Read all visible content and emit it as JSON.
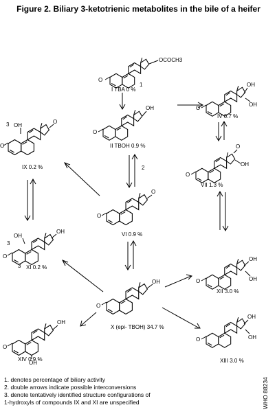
{
  "title": "Figure 2. Biliary 3-ketotrienic metabolites in the bile of a heifer",
  "compounds": [
    {
      "label": "I TBA 0 %",
      "substituent": "OCOCH3",
      "note_marker": "1"
    },
    {
      "label": "II TBOH 0.9 %",
      "substituent": "OH"
    },
    {
      "label": "IV 0.7 %",
      "substituent": "OH"
    },
    {
      "label": "VII 1.3 %",
      "substituent": "OH"
    },
    {
      "label": "IX 0.2 %",
      "substituent": "OH",
      "note_marker": "3"
    },
    {
      "label": "VI 0.9 %"
    },
    {
      "label": "XI 0.2 %",
      "substituent": "OH",
      "note_marker": "3"
    },
    {
      "label": "X (epi- TBOH) 34.7 %",
      "substituent": "OH"
    },
    {
      "label": "XII 3.0 %",
      "substituent": "OH"
    },
    {
      "label": "XIV 0.9 %",
      "substituent": "OH"
    },
    {
      "label": "XIII 3.0 %",
      "substituent": "OH"
    }
  ],
  "arrow_marker": "2",
  "notes": [
    "1. denotes percentage of biliary activity",
    "2. double arrows indicate possible interconversions",
    "3. denote tentatively identified structure configurations of",
    "1-hydroxyls of compounds IX and XI are unspecified"
  ],
  "watermark": "WHO 88234"
}
